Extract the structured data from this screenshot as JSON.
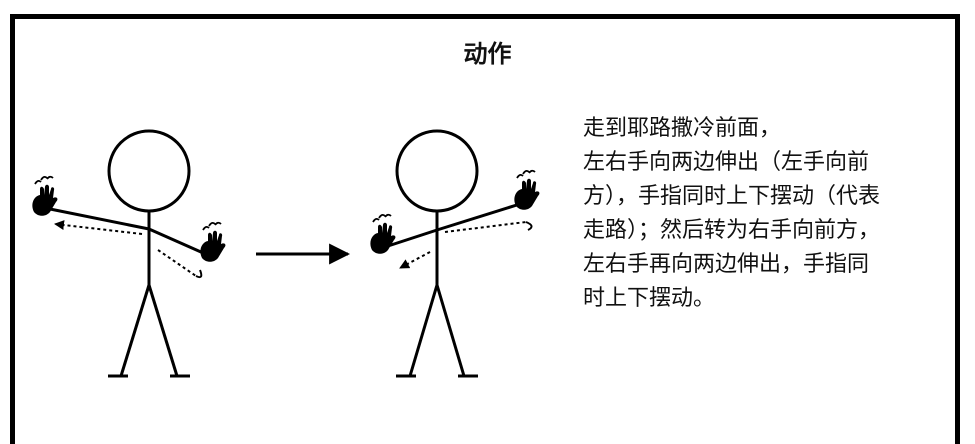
{
  "title": "动作",
  "description_lines": [
    "走到耶路撒冷前面，",
    "左右手向两边伸出（左手向前",
    "方），手指同时上下摆动（代表",
    "走路）；然后转为右手向前方，",
    "左右手再向两边伸出，手指同",
    "时上下摆动。"
  ],
  "colors": {
    "stroke": "#000000",
    "background": "#ffffff"
  },
  "icons": [
    "hand-icon",
    "motion-arrow-icon",
    "transition-arrow-icon"
  ]
}
